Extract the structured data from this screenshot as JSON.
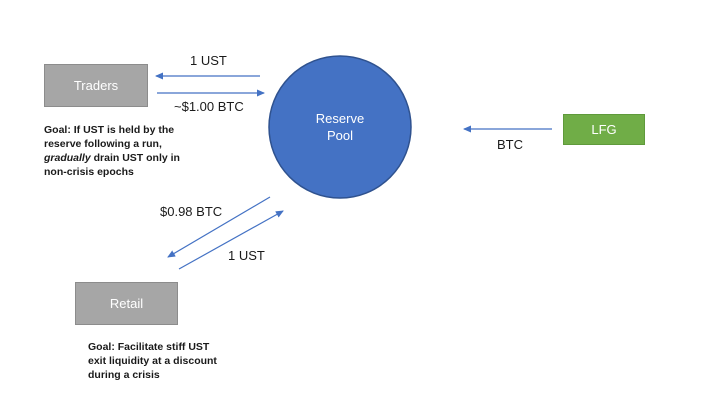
{
  "nodes": {
    "traders": "Traders",
    "reserve_pool_line1": "Reserve",
    "reserve_pool_line2": "Pool",
    "lfg": "LFG",
    "retail": "Retail"
  },
  "edges": {
    "traders_ust": "1 UST",
    "traders_btc": "~$1.00 BTC",
    "lfg_btc": "BTC",
    "retail_btc": "$0.98 BTC",
    "retail_ust": "1 UST"
  },
  "goals": {
    "traders": {
      "line1": "Goal: If UST is held by the",
      "line2": "reserve following a run,",
      "line3_emph": "gradually",
      "line3_rest": " drain UST only in",
      "line4": "non-crisis epochs"
    },
    "retail": {
      "line1": "Goal: Facilitate stiff UST",
      "line2": "exit liquidity at a discount",
      "line3": "during a crisis"
    }
  },
  "colors": {
    "arrow": "#4472c4",
    "pool_fill": "#4472c4",
    "pool_stroke": "#2f528f",
    "gray_box": "#a6a6a6",
    "green_box": "#70ad47"
  }
}
